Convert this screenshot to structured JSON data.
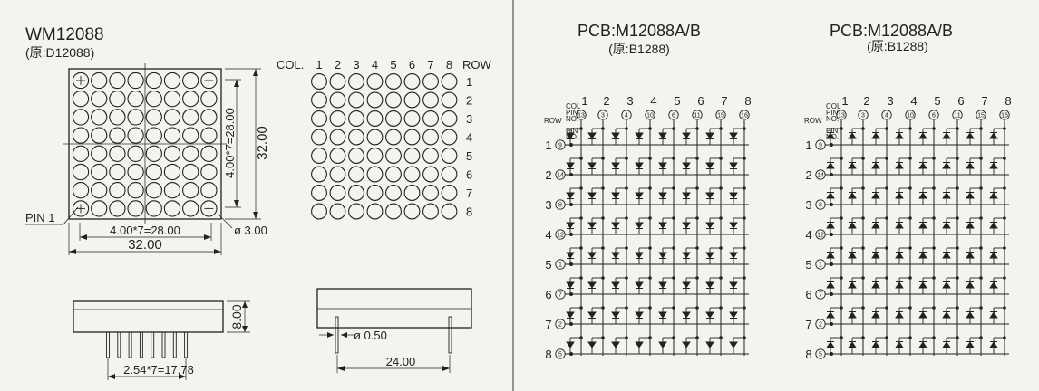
{
  "left_sheet": {
    "model_title": "WM12088",
    "model_original": "(原:D12088)",
    "pin1_label": "PIN 1",
    "dim_pitch_horizontal": "4.00*7=28.00",
    "dim_pitch_vertical": "4.00*7=28.00",
    "dim_width": "32.00",
    "dim_height": "32.00",
    "dim_dot_diameter": "ø 3.00",
    "dim_body_depth": "8.00",
    "dim_pin_pitch": "2.54*7=17.78",
    "dim_pin_diameter": "ø 0.50",
    "dim_pin_row_spacing": "24.00",
    "col_label": "COL.",
    "row_label": "ROW",
    "col_numbers": [
      "1",
      "2",
      "3",
      "4",
      "5",
      "6",
      "7",
      "8"
    ],
    "row_numbers": [
      "1",
      "2",
      "3",
      "4",
      "5",
      "6",
      "7",
      "8"
    ]
  },
  "pcb_a": {
    "title": "PCB:M12088A/B",
    "original": "(原:B1288)",
    "col_header": "COL.",
    "pin_header": "PIN NO.",
    "row_header": "ROW",
    "pin_header_row": "PIN NO.",
    "col_numbers": [
      "1",
      "2",
      "3",
      "4",
      "5",
      "6",
      "7",
      "8"
    ],
    "col_pins": [
      "13",
      "3",
      "4",
      "10",
      "6",
      "11",
      "15",
      "16"
    ],
    "row_numbers": [
      "1",
      "2",
      "3",
      "4",
      "5",
      "6",
      "7",
      "8"
    ],
    "row_pins": [
      "9",
      "14",
      "8",
      "12",
      "1",
      "7",
      "2",
      "5"
    ]
  },
  "pcb_b": {
    "title": "PCB:M12088A/B",
    "original": "(原:B1288)",
    "col_header": "COL.",
    "pin_header": "PIN NO.",
    "row_header": "ROW",
    "pin_header_row": "PIN NO.",
    "col_numbers": [
      "1",
      "2",
      "3",
      "4",
      "5",
      "6",
      "7",
      "8"
    ],
    "col_pins": [
      "13",
      "3",
      "4",
      "10",
      "6",
      "11",
      "15",
      "16"
    ],
    "row_numbers": [
      "1",
      "2",
      "3",
      "4",
      "5",
      "6",
      "7",
      "8"
    ],
    "row_pins": [
      "9",
      "14",
      "8",
      "12",
      "1",
      "7",
      "2",
      "5"
    ]
  }
}
